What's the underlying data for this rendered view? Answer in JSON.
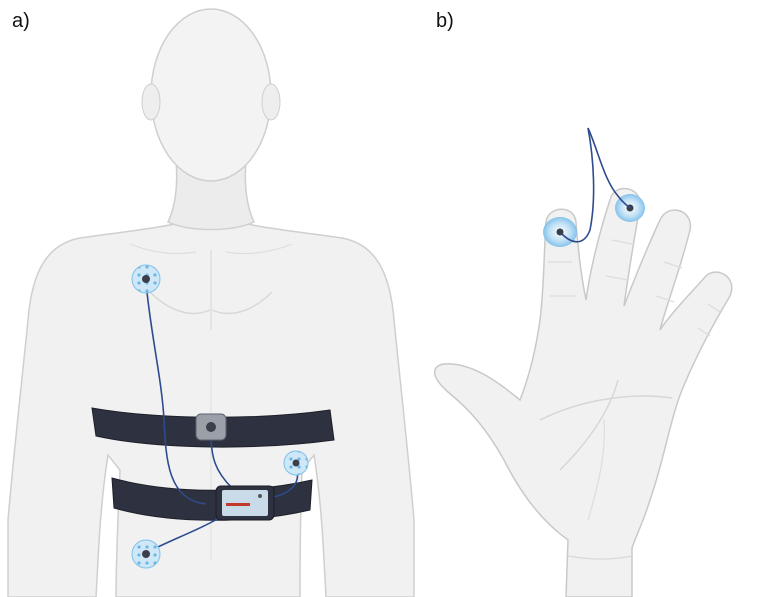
{
  "panels": {
    "a": {
      "label": "a)"
    },
    "b": {
      "label": "b)"
    }
  },
  "colors": {
    "skin": "#f1f1f1",
    "outline": "#cfcfcf",
    "strap": "#2e3240",
    "wire": "#2f4b8f",
    "electrode": "#8ec9ee",
    "device_screen": "#c9dbe8"
  },
  "icons": [
    "human-torso-figure",
    "hand-figure",
    "ecg-electrode",
    "recording-device",
    "finger-electrode"
  ]
}
